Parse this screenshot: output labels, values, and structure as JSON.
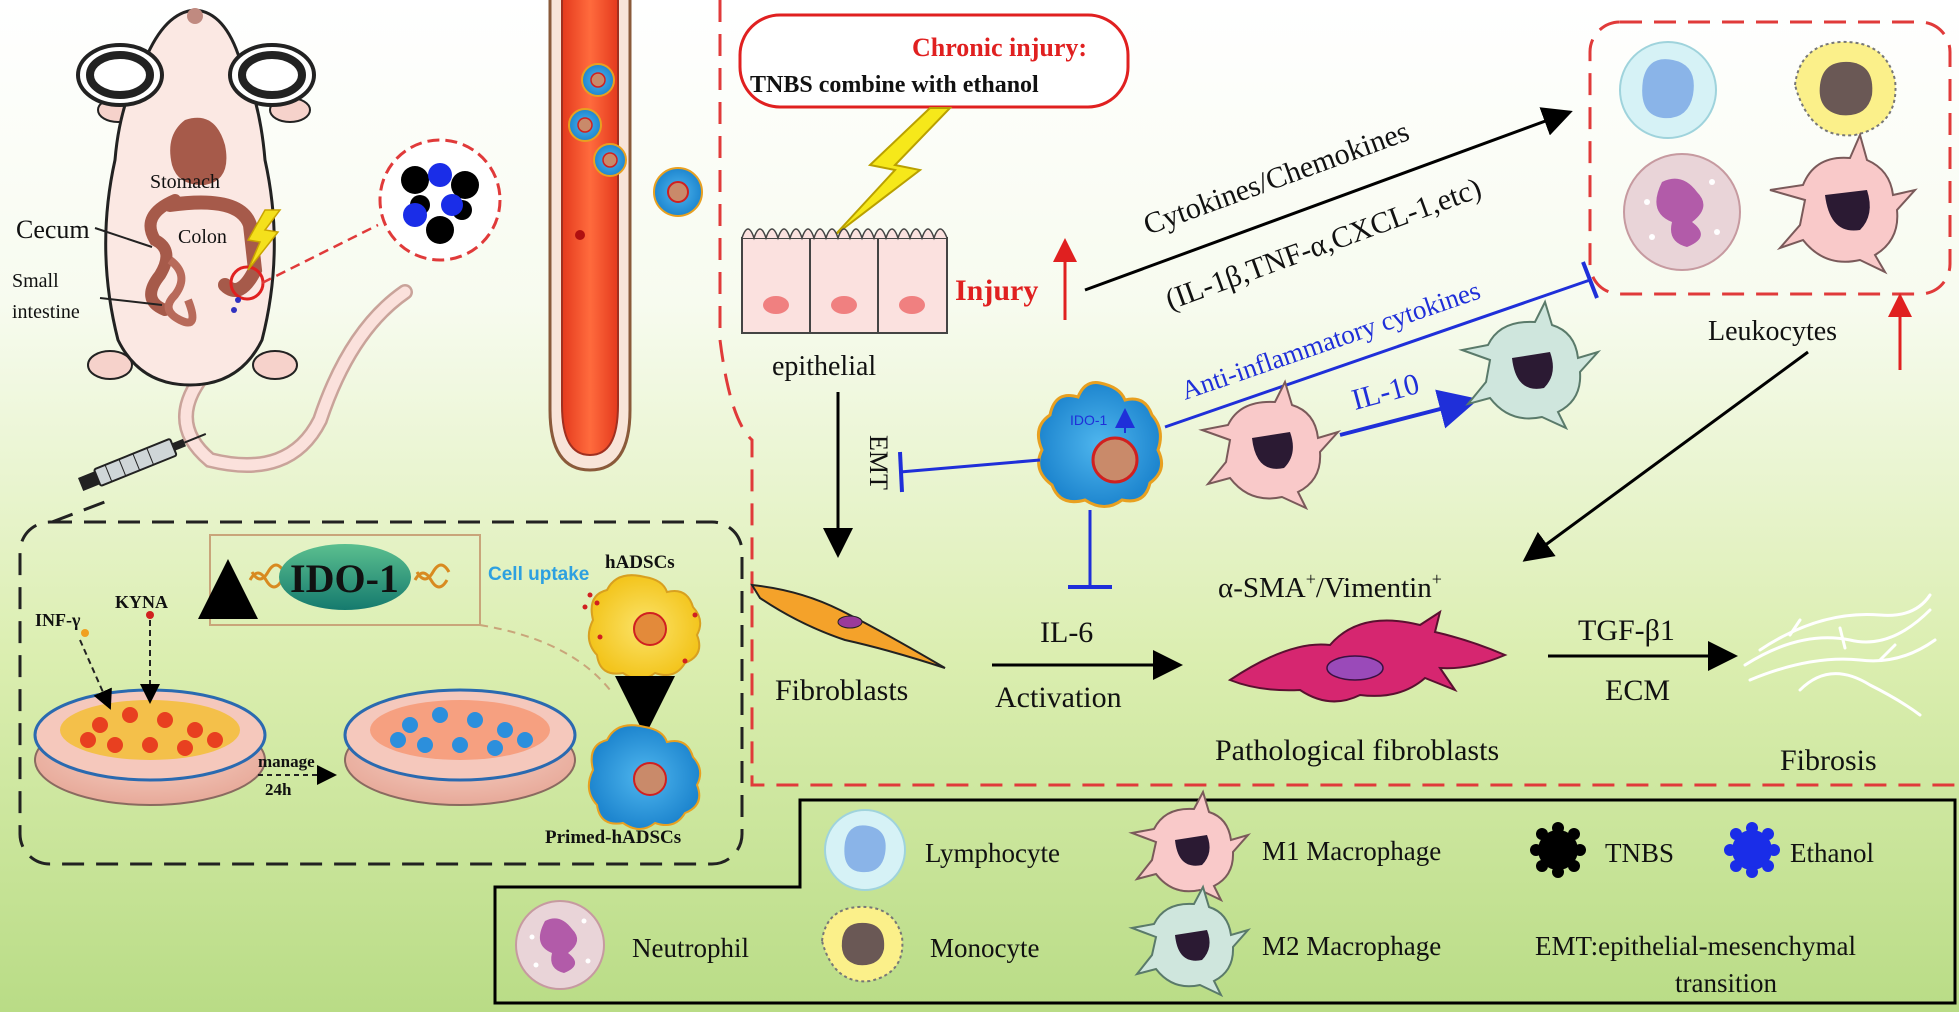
{
  "mouse": {
    "stomach": "Stomach",
    "colon": "Colon",
    "cecum": "Cecum",
    "small_intestine_1": "Small",
    "small_intestine_2": "intestine"
  },
  "injury_box": {
    "title": "Chronic injury:",
    "subtitle": "TNBS combine with ethanol"
  },
  "pathway": {
    "injury": "Injury",
    "epithelial": "epithelial",
    "cytokines": "Cytokines/Chemokines",
    "cytokines_list": "(IL-1β,TNF-α,CXCL-1,etc)",
    "anti_inflammatory": "Anti-inflammatory cytokines",
    "il10": "IL-10",
    "ido1_small": "IDO-1",
    "emt": "EMT",
    "leukocytes": "Leukocytes",
    "il6": "IL-6",
    "activation": "Activation",
    "fibroblasts": "Fibroblasts",
    "asma_base": "α-SMA",
    "asma_sup": "+",
    "vimentin_base": "/Vimentin",
    "vimentin_sup": "+",
    "pathological": "Pathological fibroblasts",
    "tgf": "TGF-β1",
    "ecm": "ECM",
    "fibrosis": "Fibrosis"
  },
  "priming": {
    "ido1_big": "IDO-1",
    "cell_uptake": "Cell uptake",
    "hadscs": "hADSCs",
    "inf": "INF-γ",
    "kyna": "KYNA",
    "manage": "manage",
    "h24": "24h",
    "primed": "Primed-hADSCs"
  },
  "legend": {
    "lymphocyte": "Lymphocyte",
    "m1": "M1 Macrophage",
    "tnbs": "TNBS",
    "ethanol": "Ethanol",
    "neutrophil": "Neutrophil",
    "monocyte": "Monocyte",
    "m2": "M2 Macrophage",
    "emt_def_1": "EMT:epithelial-mesenchymal",
    "emt_def_2": "transition"
  },
  "colors": {
    "red_dash": "#e03a3a",
    "arrow_blue": "#1f2fd9",
    "msc_blue": "#2c9fe0",
    "msc_yellow": "#f5d33a",
    "m1_pink": "#f9c9c9",
    "m2_green": "#cfe6dd",
    "fibro_magenta": "#c81e5b"
  }
}
